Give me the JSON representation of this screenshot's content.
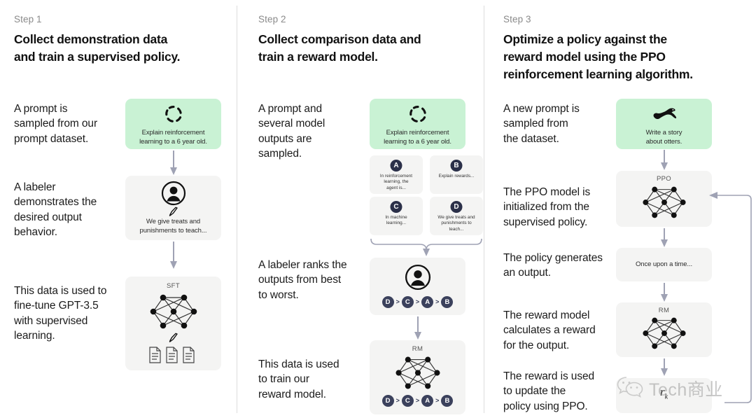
{
  "diagram": {
    "title": "InstructGPT / ChatGPT RLHF three-step training diagram",
    "accent_green": "#c9f2d4",
    "box_gray": "#f4f4f3",
    "badge_navy": "#2b3049",
    "arrow_gray": "#9fa2b4"
  },
  "watermark": {
    "text": "Tech商业",
    "icon": "wechat-icon"
  },
  "steps": [
    {
      "label": "Step 1",
      "title": "Collect demonstration data\nand train a supervised policy.",
      "narratives": [
        "A prompt is\nsampled from our\nprompt dataset.",
        "A labeler\ndemonstrates the\ndesired output\nbehavior.",
        "This data is used to\nfine-tune GPT-3.5\nwith supervised\nlearning."
      ],
      "boxes": [
        {
          "icon": "dashed-circle-icon",
          "caption": "Explain reinforcement\nlearning to a 6 year old.",
          "variant": "green"
        },
        {
          "icon": "person-icon",
          "caption": "We give treats and\npunishments to teach...",
          "variant": "gray"
        },
        {
          "icon": "neural-net-icon",
          "label": "SFT",
          "variant": "gray"
        }
      ]
    },
    {
      "label": "Step 2",
      "title": "Collect comparison data and\ntrain a reward model.",
      "narratives": [
        "A prompt and\nseveral model\noutputs are\nsampled.",
        "A labeler ranks the\noutputs from best\nto worst.",
        "This data is used\nto train our\nreward model."
      ],
      "boxes": [
        {
          "icon": "dashed-circle-icon",
          "caption": "Explain reinforcement\nlearning to a 6 year old.",
          "variant": "green"
        },
        {
          "icon": "person-icon",
          "variant": "gray"
        },
        {
          "icon": "neural-net-icon",
          "label": "RM",
          "variant": "gray"
        }
      ],
      "outputs": [
        {
          "badge": "A",
          "text": "In reinforcement\nlearning, the\nagent is..."
        },
        {
          "badge": "B",
          "text": "Explain rewards..."
        },
        {
          "badge": "C",
          "text": "In machine\nlearning..."
        },
        {
          "badge": "D",
          "text": "We give treats and\npunishments to\nteach..."
        }
      ],
      "ranking": [
        "D",
        "C",
        "A",
        "B"
      ],
      "ranking_separator": ">"
    },
    {
      "label": "Step 3",
      "title": "Optimize a policy against the\nreward model using the PPO\nreinforcement learning algorithm.",
      "narratives": [
        "A new prompt is\nsampled from\nthe dataset.",
        "The PPO model is\ninitialized from the\nsupervised policy.",
        "The policy generates\nan output.",
        "The reward model\ncalculates a reward\nfor the output.",
        "The reward is used\nto update the\npolicy using PPO."
      ],
      "boxes": [
        {
          "icon": "otter-icon",
          "caption": "Write a story\nabout otters.",
          "variant": "green"
        },
        {
          "icon": "neural-net-icon",
          "label": "PPO",
          "variant": "gray"
        },
        {
          "icon": "text-output",
          "caption": "Once upon a time...",
          "variant": "gray"
        },
        {
          "icon": "neural-net-icon",
          "label": "RM",
          "variant": "gray"
        },
        {
          "icon": "reward-symbol",
          "caption": "r",
          "subscript": "k",
          "variant": "gray"
        }
      ],
      "feedback_loop": "reward-to-ppo-loop"
    }
  ]
}
